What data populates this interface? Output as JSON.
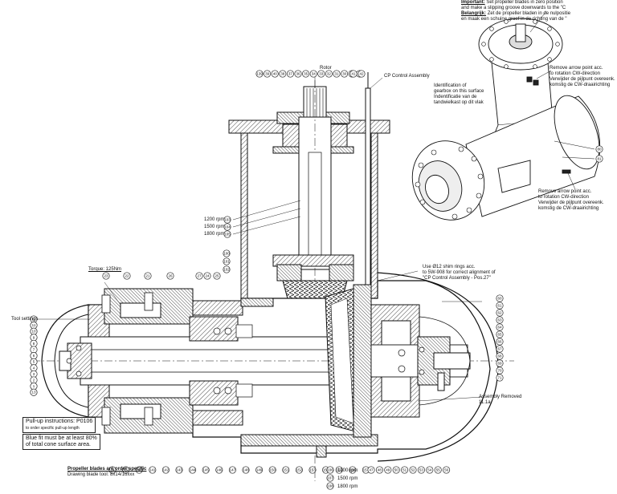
{
  "notes": {
    "important_label": "Important:",
    "important_text_1": "Set propeller blades in zero position",
    "important_text_2": "and make a slipping groove downwards to the \"C",
    "belangrijk_label": "Belangrijk:",
    "belangrijk_text_1": "Zet de propeller bladen in de nulpositie",
    "belangrijk_text_2": "en maak een schuine groef in de richting van de \"",
    "remove_arrow_top_1": "Remove arrow point acc.",
    "remove_arrow_top_2": "to rotation CW-direction",
    "remove_arrow_top_3": "Verwijder de pijlpunt overeenk.",
    "remove_arrow_top_4": "komstig de CW-draairichting",
    "identification_1": "Identification of",
    "identification_2": "gearbox on this surface",
    "identification_3": "Indentificatie van de",
    "identification_4": "tandwielkast op dit vlak",
    "remove_arrow_bot_1": "Remove arrow point acc.",
    "remove_arrow_bot_2": "to rotation CW-direction",
    "remove_arrow_bot_3": "Verwijder de pijlpunt overeenk.",
    "remove_arrow_bot_4": "komstig de CW-draairichting",
    "rotor": "Rotor",
    "cp_control": "CP Control Assembly",
    "use_1": "Use Ø12 shim rings acc.",
    "use_2": "to 5W-908 for correct alignment of",
    "use_3": "\"CP Control Assembly - Pos.27\"",
    "rpm_1200": "1200 rpm",
    "rpm_1500": "1500 rpm",
    "rpm_1800": "1800 rpm",
    "rpm_b1": "1200 rpm",
    "rpm_b2": "1500 rpm",
    "rpm_b3": "1800 rpm",
    "torque": "Torque: 125Nm",
    "tool_settings": "Tool settings",
    "pullup_1": "Pull-up instructions: P0106",
    "pullup_2": "to order specific pull-up length",
    "blue_fit_1": "Blue fit must be at least 80%",
    "blue_fit_2": "of total cone surface area.",
    "propeller_1": "Propeller blades are order specific",
    "propeller_2": "Drawing blade tool: 8x14/16xxx",
    "assembly_1": "Assembly Removed",
    "assembly_2": "11.1a"
  },
  "callouts": {
    "top_row": [
      "139",
      "39",
      "40",
      "38",
      "37",
      "36",
      "35",
      "34",
      "33",
      "32",
      "31",
      "30",
      "29",
      "28"
    ],
    "mid_left": [
      "23",
      "22",
      "21",
      "26",
      "27"
    ],
    "mid_row": [
      "24",
      "25",
      "100",
      "101",
      "102"
    ],
    "left_col": [
      "12",
      "11",
      "10",
      "9",
      "8",
      "7",
      "6",
      "5",
      "4",
      "3",
      "2",
      "1",
      "13"
    ],
    "bottom_row": [
      "14",
      "15",
      "140",
      "141",
      "142",
      "143",
      "144",
      "145",
      "146",
      "147",
      "148",
      "149",
      "150",
      "151",
      "152",
      "153",
      "154",
      "155",
      "156",
      "157"
    ],
    "bottom_right": [
      "47",
      "48",
      "49",
      "50",
      "51",
      "52",
      "53",
      "54",
      "55",
      "56"
    ],
    "right_col": [
      "60",
      "61",
      "62",
      "63",
      "64",
      "65",
      "66",
      "67",
      "68",
      "69",
      "70",
      "71"
    ],
    "iso_right": [
      "80",
      "81"
    ],
    "rpm_callouts": [
      "103",
      "104",
      "105"
    ],
    "bottom_rpm": [
      "106",
      "107",
      "108"
    ],
    "top_center": [
      "41",
      "42"
    ]
  }
}
